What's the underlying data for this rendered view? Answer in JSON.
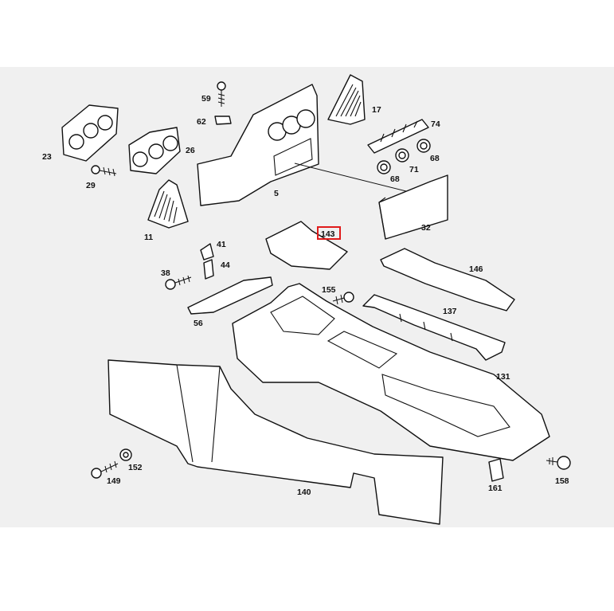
{
  "diagram": {
    "highlighted_part": "143",
    "colors": {
      "background": "#f0f0f0",
      "line": "#111111",
      "highlight": "#e01b1b"
    },
    "labels": [
      "59",
      "62",
      "17",
      "74",
      "23",
      "26",
      "68",
      "71",
      "68",
      "29",
      "5",
      "11",
      "143",
      "32",
      "41",
      "44",
      "38",
      "146",
      "155",
      "137",
      "56",
      "131",
      "152",
      "149",
      "140",
      "161",
      "158"
    ]
  }
}
